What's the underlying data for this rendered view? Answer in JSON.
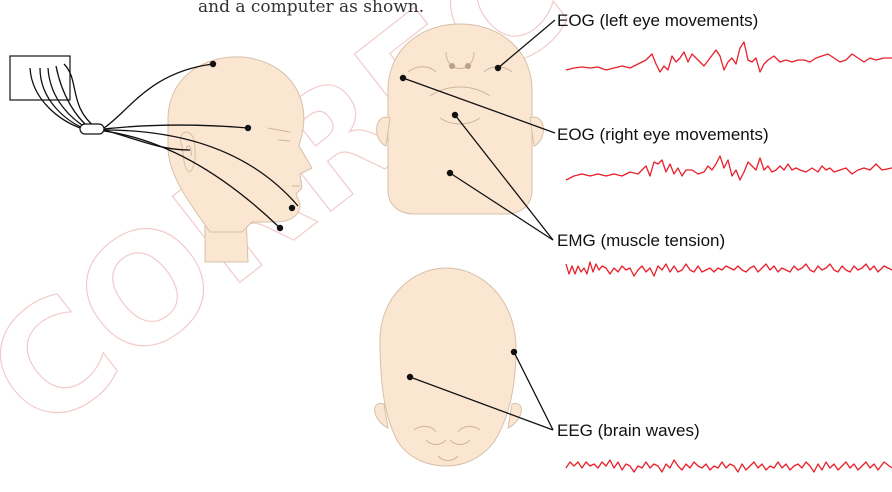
{
  "top_text": "and a computer as shown.",
  "labels": {
    "eog_left": "EOG (left eye movements)",
    "eog_right": "EOG (right eye movements)",
    "emg": "EMG (muscle tension)",
    "eeg": "EEG (brain waves)"
  },
  "watermark": "CORRECT",
  "colors": {
    "trace": "#e8202a",
    "skin": "#fbe6d2",
    "lead": "#111111"
  }
}
